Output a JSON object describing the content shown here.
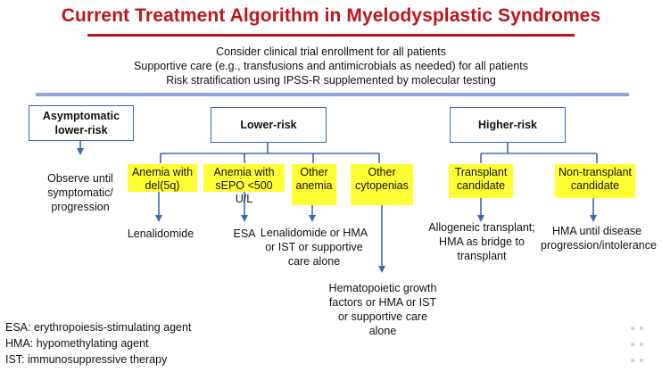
{
  "title": "Current Treatment Algorithm in Myelodysplastic Syndromes",
  "intro": [
    "Consider clinical trial enrollment for all patients",
    "Supportive care (e.g., transfusions and antimicrobials as needed) for all patients",
    "Risk stratification using IPSS-R supplemented by molecular testing"
  ],
  "risk_groups": {
    "asymptomatic": "Asymptomatic lower-risk",
    "lower": "Lower-risk",
    "higher": "Higher-risk"
  },
  "asymptomatic_action": "Observe until symptomatic/ progression",
  "lower_branches": [
    {
      "condition": "Anemia with del(5q)",
      "treatment": "Lenalidomide"
    },
    {
      "condition": "Anemia with sEPO <500 U/L",
      "treatment": "ESA"
    },
    {
      "condition": "Other anemia",
      "treatment": "Lenalidomide or HMA or IST or supportive care alone"
    },
    {
      "condition": "Other cytopenias",
      "treatment": "Hematopoietic growth factors or HMA or IST or supportive care alone"
    }
  ],
  "higher_branches": [
    {
      "condition": "Transplant candidate",
      "treatment": "Allogeneic transplant; HMA as bridge to transplant"
    },
    {
      "condition": "Non-transplant candidate",
      "treatment": "HMA until disease progression/intolerance"
    }
  ],
  "legend": [
    "ESA: erythropoiesis-stimulating agent",
    "HMA: hypomethylating agent",
    "IST:  immunosuppressive therapy"
  ],
  "colors": {
    "title": "#c0141b",
    "box_border": "#3f68b5",
    "highlight": "#ffff33",
    "connector": "#3f68b5"
  }
}
